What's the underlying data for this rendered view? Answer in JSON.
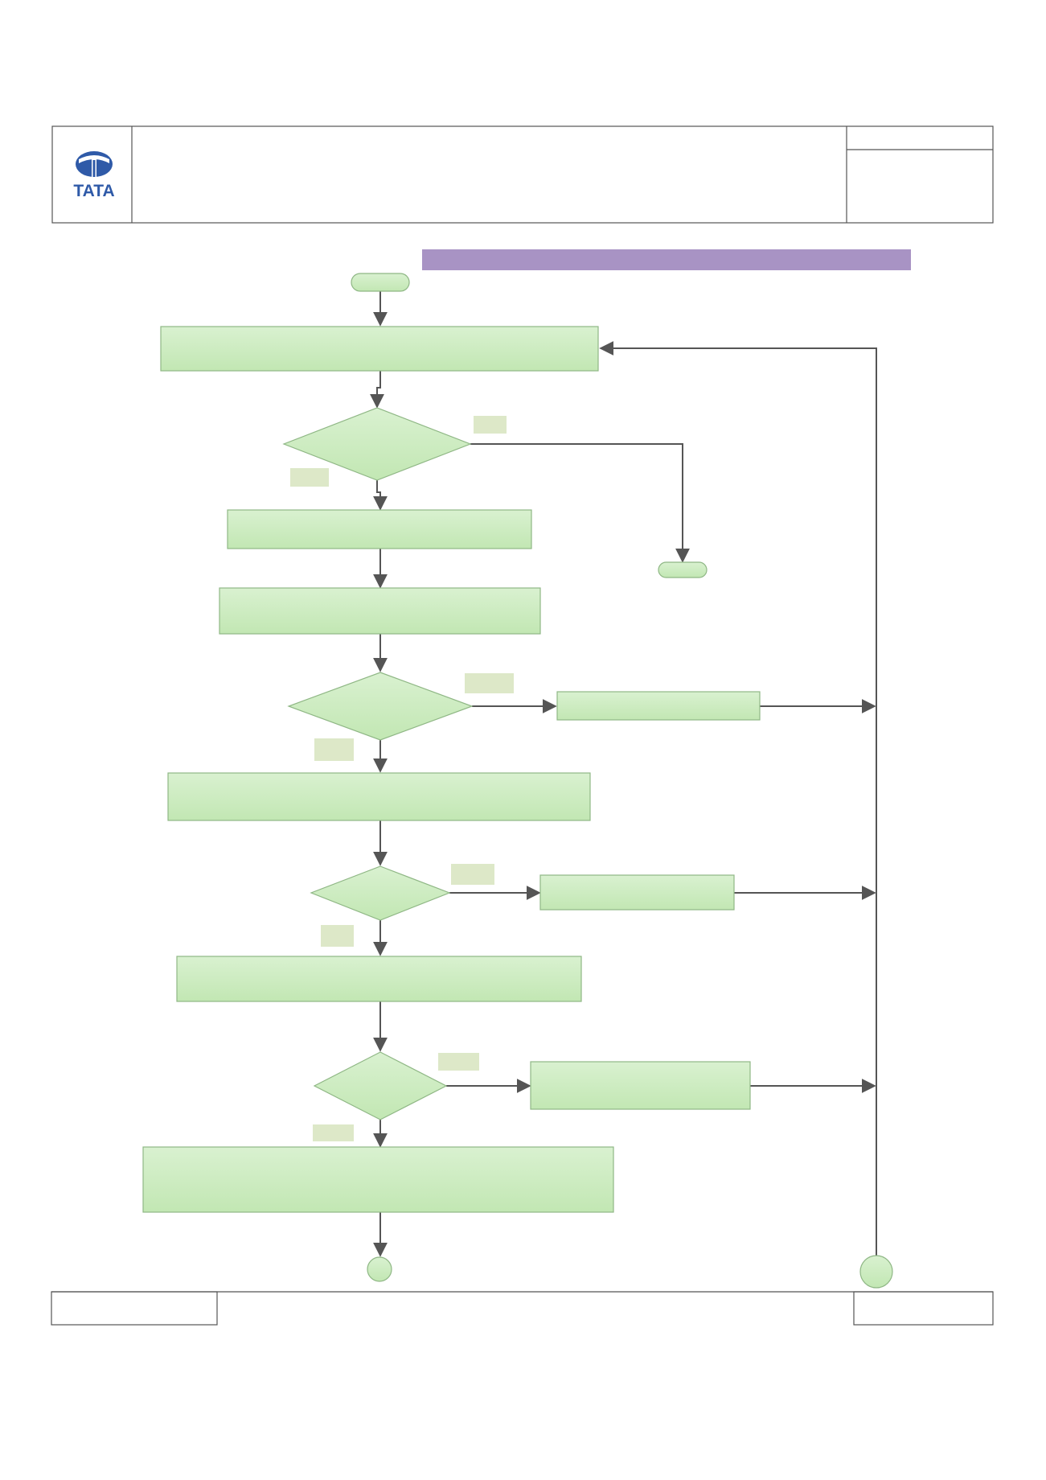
{
  "header": {
    "logo_text": "TATA",
    "logo_icon": "tata-logo-icon",
    "title": "",
    "doc_number": "",
    "doc_info": ""
  },
  "banner": {
    "text": ""
  },
  "flowchart": {
    "terminals": [
      {
        "id": "start",
        "label": ""
      },
      {
        "id": "end",
        "label": ""
      }
    ],
    "process_steps": [
      {
        "id": "step-1",
        "label": ""
      },
      {
        "id": "step-2",
        "label": ""
      },
      {
        "id": "step-3",
        "label": ""
      },
      {
        "id": "step-4",
        "label": ""
      },
      {
        "id": "step-5",
        "label": ""
      },
      {
        "id": "step-6",
        "label": ""
      },
      {
        "id": "side-step-1",
        "label": ""
      },
      {
        "id": "side-step-2",
        "label": ""
      },
      {
        "id": "side-step-3",
        "label": ""
      }
    ],
    "decisions": [
      {
        "id": "decision-1",
        "label": "",
        "yes_label": "",
        "no_label": ""
      },
      {
        "id": "decision-2",
        "label": "",
        "yes_label": "",
        "no_label": ""
      },
      {
        "id": "decision-3",
        "label": "",
        "yes_label": "",
        "no_label": ""
      },
      {
        "id": "decision-4",
        "label": "",
        "yes_label": "",
        "no_label": ""
      }
    ],
    "connectors": [
      {
        "id": "connector-continue",
        "label": ""
      },
      {
        "id": "connector-loop",
        "label": ""
      }
    ]
  },
  "footer": {
    "left_text": "",
    "right_text": ""
  },
  "colors": {
    "box_fill_top": "#d7f0cf",
    "box_fill_bottom": "#c3e8b4",
    "box_stroke": "#8fb785",
    "label_fill": "#dde8c8",
    "banner_fill": "#a893c4",
    "line": "#555555",
    "logo_blue": "#2f5aa8"
  }
}
